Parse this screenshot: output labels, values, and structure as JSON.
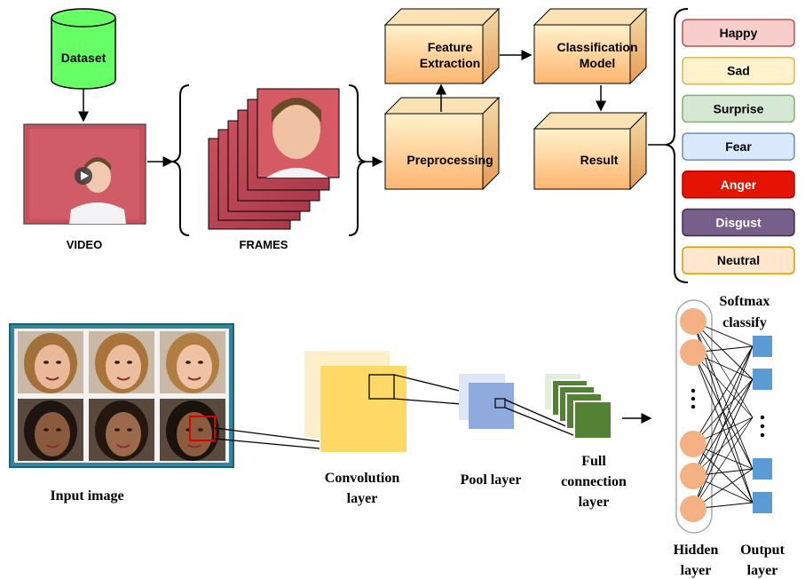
{
  "pipeline": {
    "dataset_label": "Dataset",
    "video_label": "VIDEO",
    "frames_label": "FRAMES",
    "preprocessing_label": "Preprocessing",
    "feature_extraction_label": [
      "Feature",
      "Extraction"
    ],
    "classification_model_label": [
      "Classification",
      "Model"
    ],
    "result_label": "Result"
  },
  "emotions": [
    {
      "label": "Happy",
      "fill": "#f8cecc",
      "stroke": "#b85450",
      "text_color": "#000000"
    },
    {
      "label": "Sad",
      "fill": "#fff2cc",
      "stroke": "#d6b656",
      "text_color": "#000000"
    },
    {
      "label": "Surprise",
      "fill": "#d5e8d4",
      "stroke": "#82b366",
      "text_color": "#000000"
    },
    {
      "label": "Fear",
      "fill": "#dae8fc",
      "stroke": "#6c8ebf",
      "text_color": "#000000"
    },
    {
      "label": "Anger",
      "fill": "#e51400",
      "stroke": "#b20000",
      "text_color": "#ffffff"
    },
    {
      "label": "Disgust",
      "fill": "#76608a",
      "stroke": "#432d57",
      "text_color": "#ffffff"
    },
    {
      "label": "Neutral",
      "fill": "#ffe6cc",
      "stroke": "#d79b00",
      "text_color": "#000000"
    }
  ],
  "cnn": {
    "input_image_label": "Input image",
    "convolution_label": [
      "Convolution",
      "layer"
    ],
    "pool_label": "Pool layer",
    "full_connection_label": [
      "Full",
      "connection",
      "layer"
    ],
    "softmax_label": [
      "Softmax",
      "classify"
    ],
    "hidden_label": [
      "Hidden",
      "layer"
    ],
    "output_label": [
      "Output",
      "layer"
    ]
  },
  "colors": {
    "box_top": "#fff2cc",
    "box_bottom": "#ffb570",
    "box_stroke": "#000000",
    "dataset_fill": "#66ff66",
    "conv_back": "#fdf0c8",
    "conv_front": "#ffd966",
    "pool_back": "#dfe6f7",
    "pool_front": "#8faadc",
    "fc_front": "#548235",
    "fc_back": "#a9d18e",
    "neuron": "#f4b183",
    "output_node": "#5b9bd5",
    "input_border": "#31859c"
  }
}
